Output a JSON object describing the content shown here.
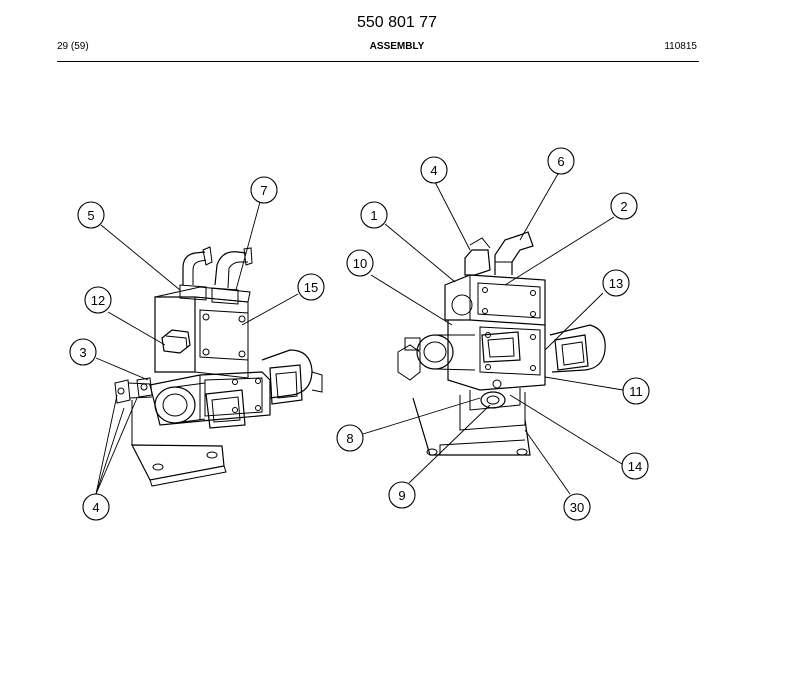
{
  "header": {
    "doc_number": "550 801 77",
    "page_ref": "29 (59)",
    "section_title": "ASSEMBLY",
    "doc_date": "110815"
  },
  "left_view": {
    "callouts": [
      {
        "id": "c5",
        "label": "5"
      },
      {
        "id": "c7",
        "label": "7"
      },
      {
        "id": "c12",
        "label": "12"
      },
      {
        "id": "c15",
        "label": "15"
      },
      {
        "id": "c3",
        "label": "3"
      },
      {
        "id": "c4",
        "label": "4"
      }
    ]
  },
  "right_view": {
    "callouts": [
      {
        "id": "c4",
        "label": "4"
      },
      {
        "id": "c6",
        "label": "6"
      },
      {
        "id": "c1",
        "label": "1"
      },
      {
        "id": "c2",
        "label": "2"
      },
      {
        "id": "c10",
        "label": "10"
      },
      {
        "id": "c13",
        "label": "13"
      },
      {
        "id": "c11",
        "label": "11"
      },
      {
        "id": "c8",
        "label": "8"
      },
      {
        "id": "c14",
        "label": "14"
      },
      {
        "id": "c9",
        "label": "9"
      },
      {
        "id": "c30",
        "label": "30"
      }
    ]
  }
}
